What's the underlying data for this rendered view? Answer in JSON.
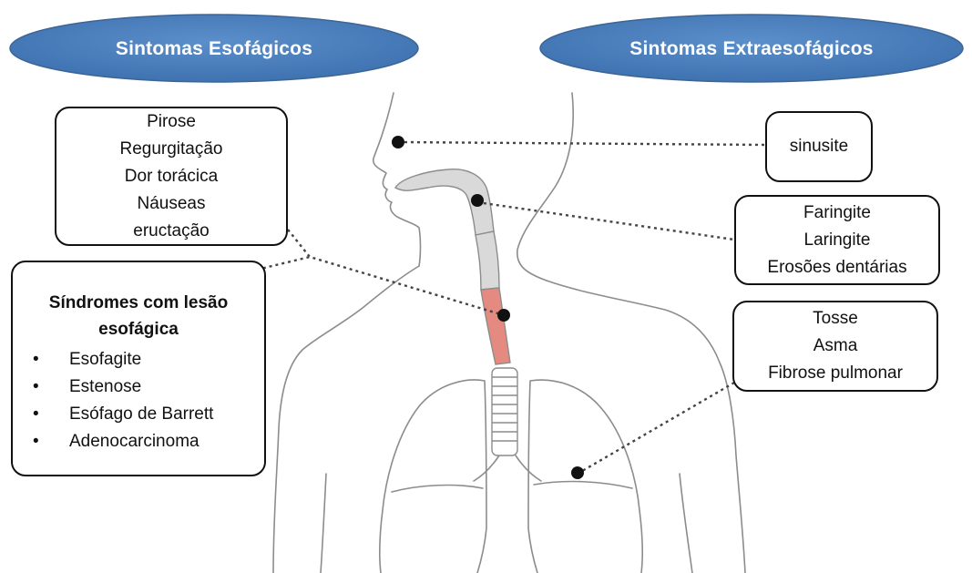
{
  "titles": {
    "esophageal": "Sintomas Esofágicos",
    "extraesophageal": "Sintomas Extraesofágicos"
  },
  "esophageal_symptoms": [
    "Pirose",
    "Regurgitação",
    "Dor torácica",
    "Náuseas",
    "eructação"
  ],
  "lesion_syndromes": {
    "title_lines": [
      "Síndromes com lesão",
      "esofágica"
    ],
    "items": [
      "Esofagite",
      "Estenose",
      "Esófago de Barrett",
      "Adenocarcinoma"
    ]
  },
  "extraesophageal": {
    "sinus": [
      "sinusite"
    ],
    "pharynx_larynx": [
      "Faringite",
      "Laringite",
      "Erosões dentárias"
    ],
    "lungs": [
      "Tosse",
      "Asma",
      "Fibrose pulmonar"
    ]
  },
  "colors": {
    "ellipse_fill": "#4f81bd",
    "ellipse_stroke": "#3c6596",
    "esophagus": "#e58a80",
    "airway": "#d9d9d9",
    "outline": "#8c8c8c"
  }
}
